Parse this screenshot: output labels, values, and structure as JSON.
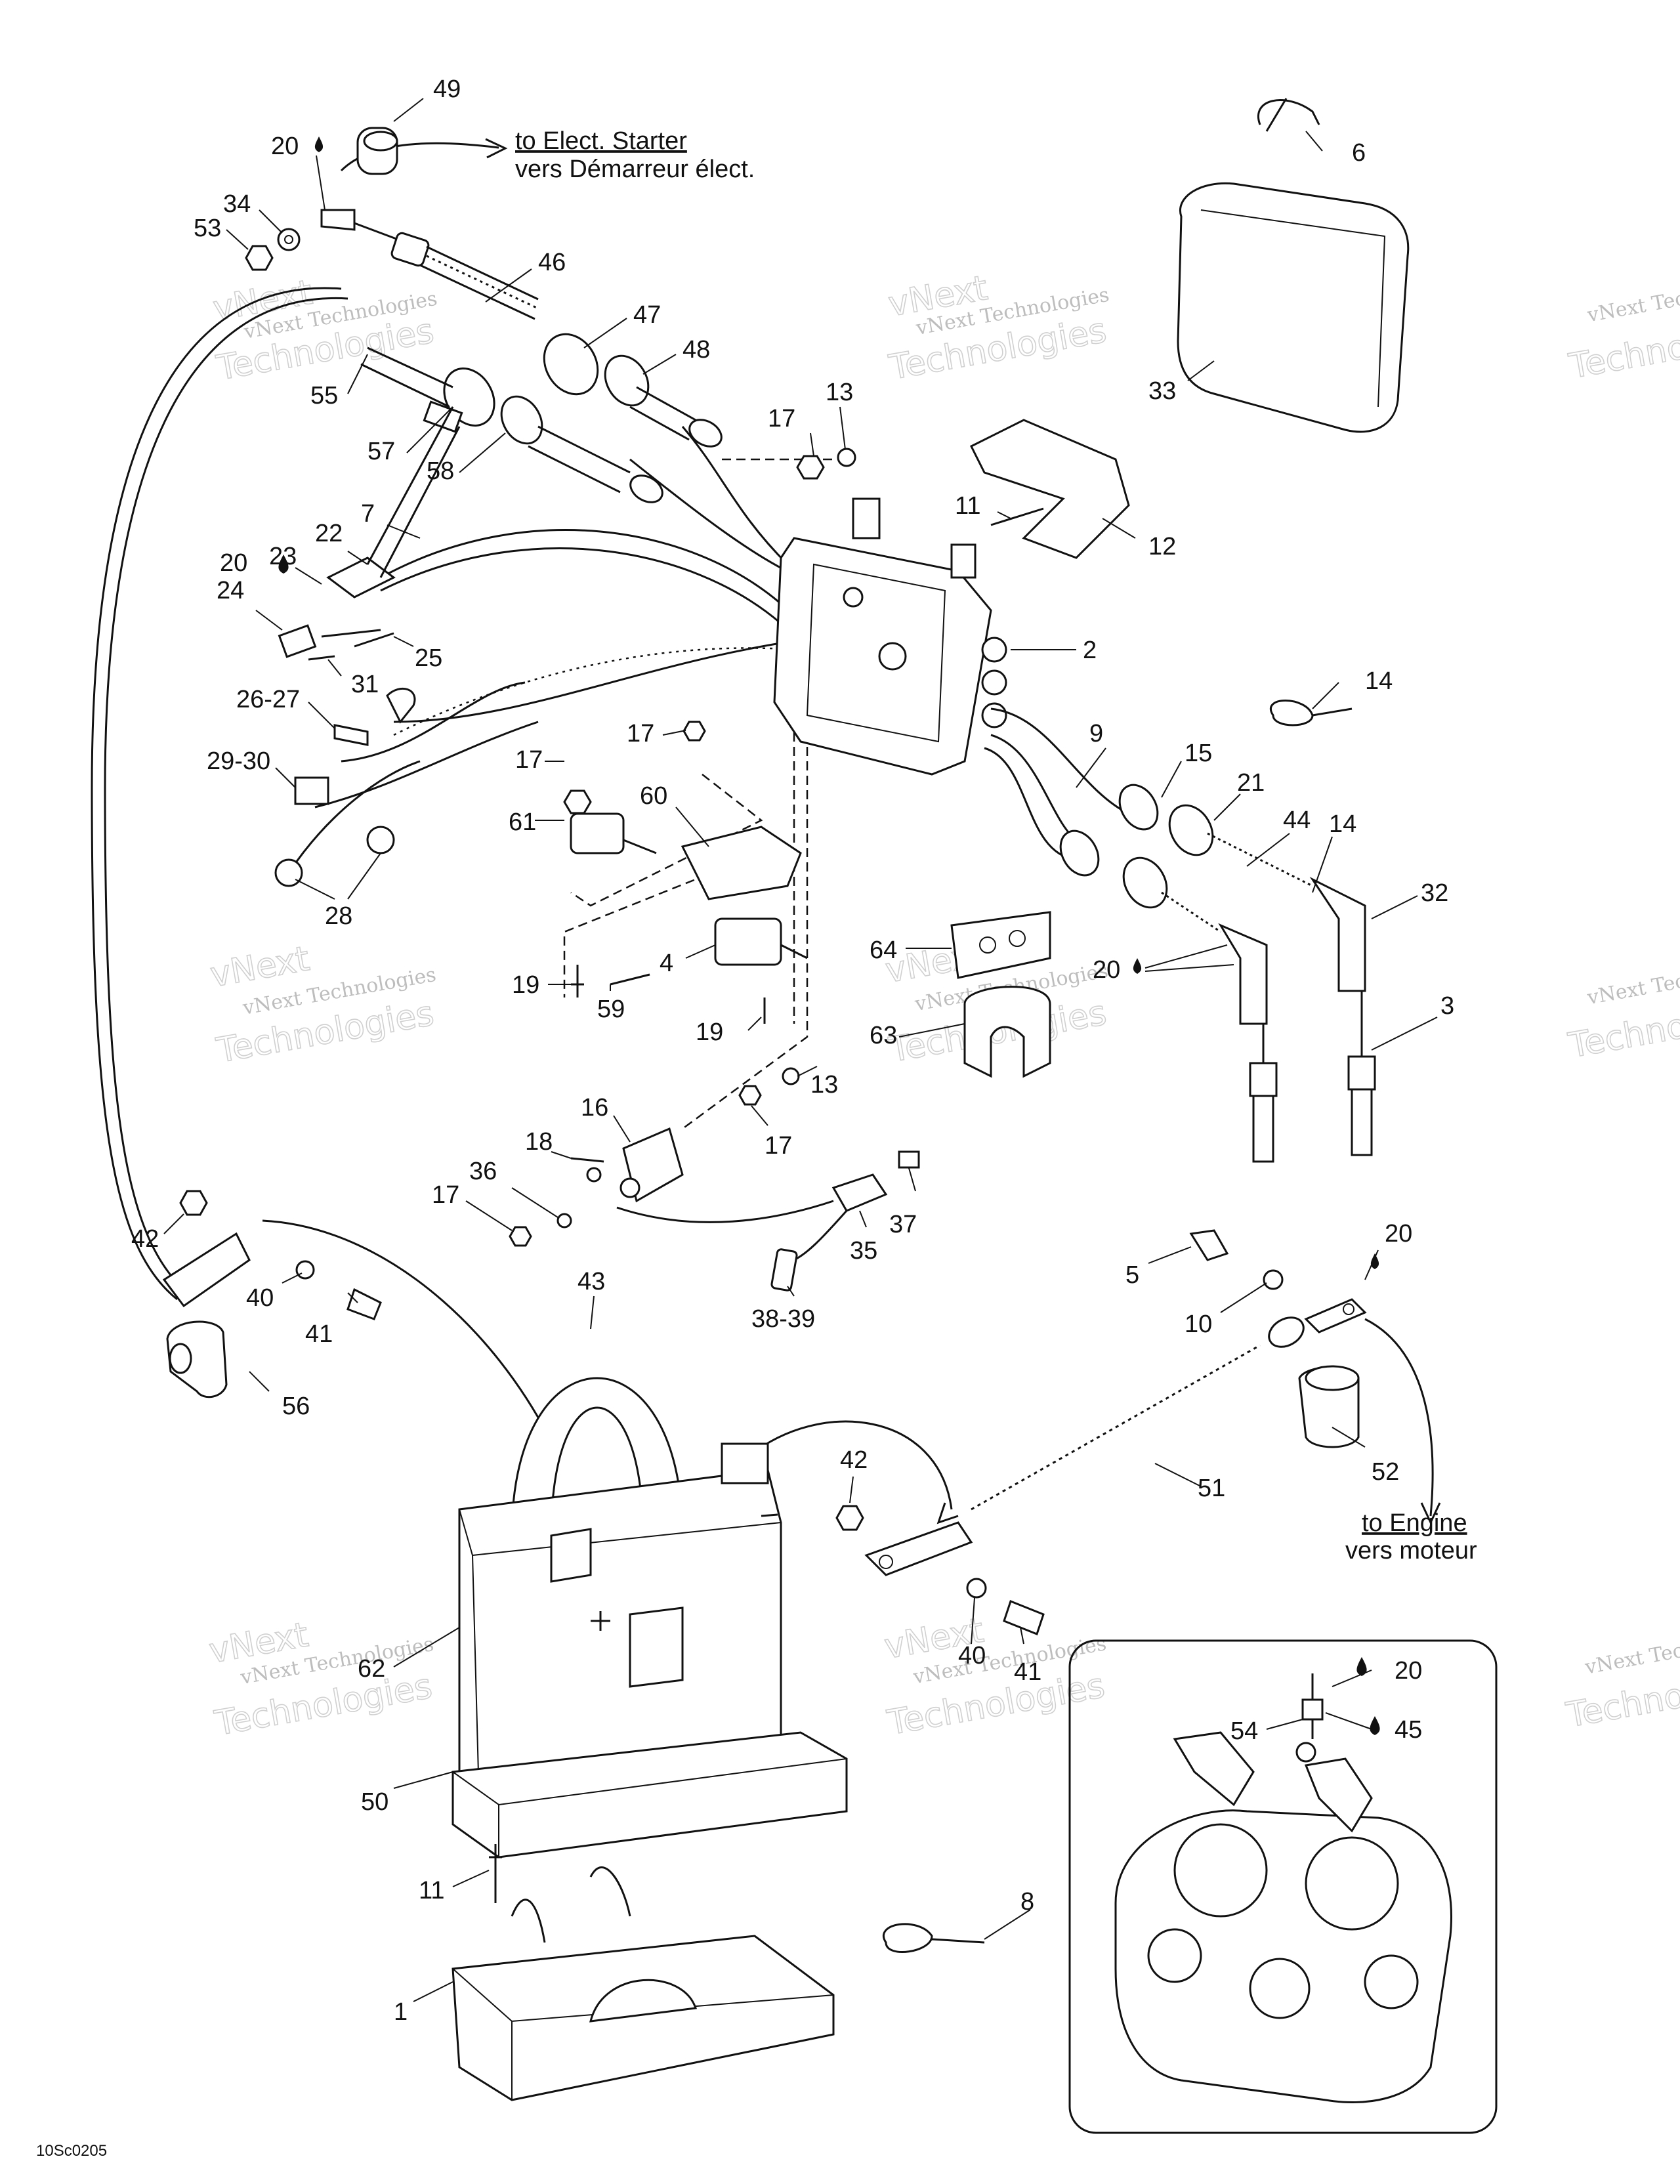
{
  "destinations": {
    "starter_en": "to Elect. Starter",
    "starter_fr": "vers Démarreur élect.",
    "engine_en": "to Engine",
    "engine_fr": "vers moteur"
  },
  "watermark": {
    "line1": "vNext Technologies",
    "line2": "Technologies",
    "line3": "vNext"
  },
  "diagram_code": "10Sc0205",
  "callouts": [
    {
      "id": "c49",
      "text": "49"
    },
    {
      "id": "c20a",
      "text": "20"
    },
    {
      "id": "c34",
      "text": "34"
    },
    {
      "id": "c53",
      "text": "53"
    },
    {
      "id": "c46",
      "text": "46"
    },
    {
      "id": "c47",
      "text": "47"
    },
    {
      "id": "c48",
      "text": "48"
    },
    {
      "id": "c55",
      "text": "55"
    },
    {
      "id": "c57",
      "text": "57"
    },
    {
      "id": "c58",
      "text": "58"
    },
    {
      "id": "c6",
      "text": "6"
    },
    {
      "id": "c33",
      "text": "33"
    },
    {
      "id": "c17a",
      "text": "17"
    },
    {
      "id": "c13a",
      "text": "13"
    },
    {
      "id": "c11a",
      "text": "11"
    },
    {
      "id": "c12",
      "text": "12"
    },
    {
      "id": "c7",
      "text": "7"
    },
    {
      "id": "c22",
      "text": "22"
    },
    {
      "id": "c20b",
      "text": "20"
    },
    {
      "id": "c23",
      "text": "23"
    },
    {
      "id": "c24",
      "text": "24"
    },
    {
      "id": "c25",
      "text": "25"
    },
    {
      "id": "c31",
      "text": "31"
    },
    {
      "id": "c2",
      "text": "2"
    },
    {
      "id": "c14a",
      "text": "14"
    },
    {
      "id": "c2627",
      "text": "26-27"
    },
    {
      "id": "c17b",
      "text": "17"
    },
    {
      "id": "c17c",
      "text": "17"
    },
    {
      "id": "c2930",
      "text": "29-30"
    },
    {
      "id": "c61",
      "text": "61"
    },
    {
      "id": "c60",
      "text": "60"
    },
    {
      "id": "c9",
      "text": "9"
    },
    {
      "id": "c15",
      "text": "15"
    },
    {
      "id": "c21",
      "text": "21"
    },
    {
      "id": "c44",
      "text": "44"
    },
    {
      "id": "c14b",
      "text": "14"
    },
    {
      "id": "c32",
      "text": "32"
    },
    {
      "id": "c28",
      "text": "28"
    },
    {
      "id": "c64",
      "text": "64"
    },
    {
      "id": "c20c",
      "text": "20"
    },
    {
      "id": "c3",
      "text": "3"
    },
    {
      "id": "c4",
      "text": "4"
    },
    {
      "id": "c19a",
      "text": "19"
    },
    {
      "id": "c59",
      "text": "59"
    },
    {
      "id": "c19b",
      "text": "19"
    },
    {
      "id": "c63",
      "text": "63"
    },
    {
      "id": "c16",
      "text": "16"
    },
    {
      "id": "c17d",
      "text": "17"
    },
    {
      "id": "c13b",
      "text": "13"
    },
    {
      "id": "c18",
      "text": "18"
    },
    {
      "id": "c36",
      "text": "36"
    },
    {
      "id": "c17e",
      "text": "17"
    },
    {
      "id": "c37",
      "text": "37"
    },
    {
      "id": "c35",
      "text": "35"
    },
    {
      "id": "c3839",
      "text": "38-39"
    },
    {
      "id": "c42a",
      "text": "42"
    },
    {
      "id": "c40a",
      "text": "40"
    },
    {
      "id": "c41a",
      "text": "41"
    },
    {
      "id": "c56",
      "text": "56"
    },
    {
      "id": "c43",
      "text": "43"
    },
    {
      "id": "c5",
      "text": "5"
    },
    {
      "id": "c20d",
      "text": "20"
    },
    {
      "id": "c10",
      "text": "10"
    },
    {
      "id": "c52",
      "text": "52"
    },
    {
      "id": "c51",
      "text": "51"
    },
    {
      "id": "c42b",
      "text": "42"
    },
    {
      "id": "c40b",
      "text": "40"
    },
    {
      "id": "c41b",
      "text": "41"
    },
    {
      "id": "c62",
      "text": "62"
    },
    {
      "id": "c50",
      "text": "50"
    },
    {
      "id": "c20e",
      "text": "20"
    },
    {
      "id": "c54",
      "text": "54"
    },
    {
      "id": "c45",
      "text": "45"
    },
    {
      "id": "c11b",
      "text": "11"
    },
    {
      "id": "c8",
      "text": "8"
    },
    {
      "id": "c1",
      "text": "1"
    }
  ]
}
